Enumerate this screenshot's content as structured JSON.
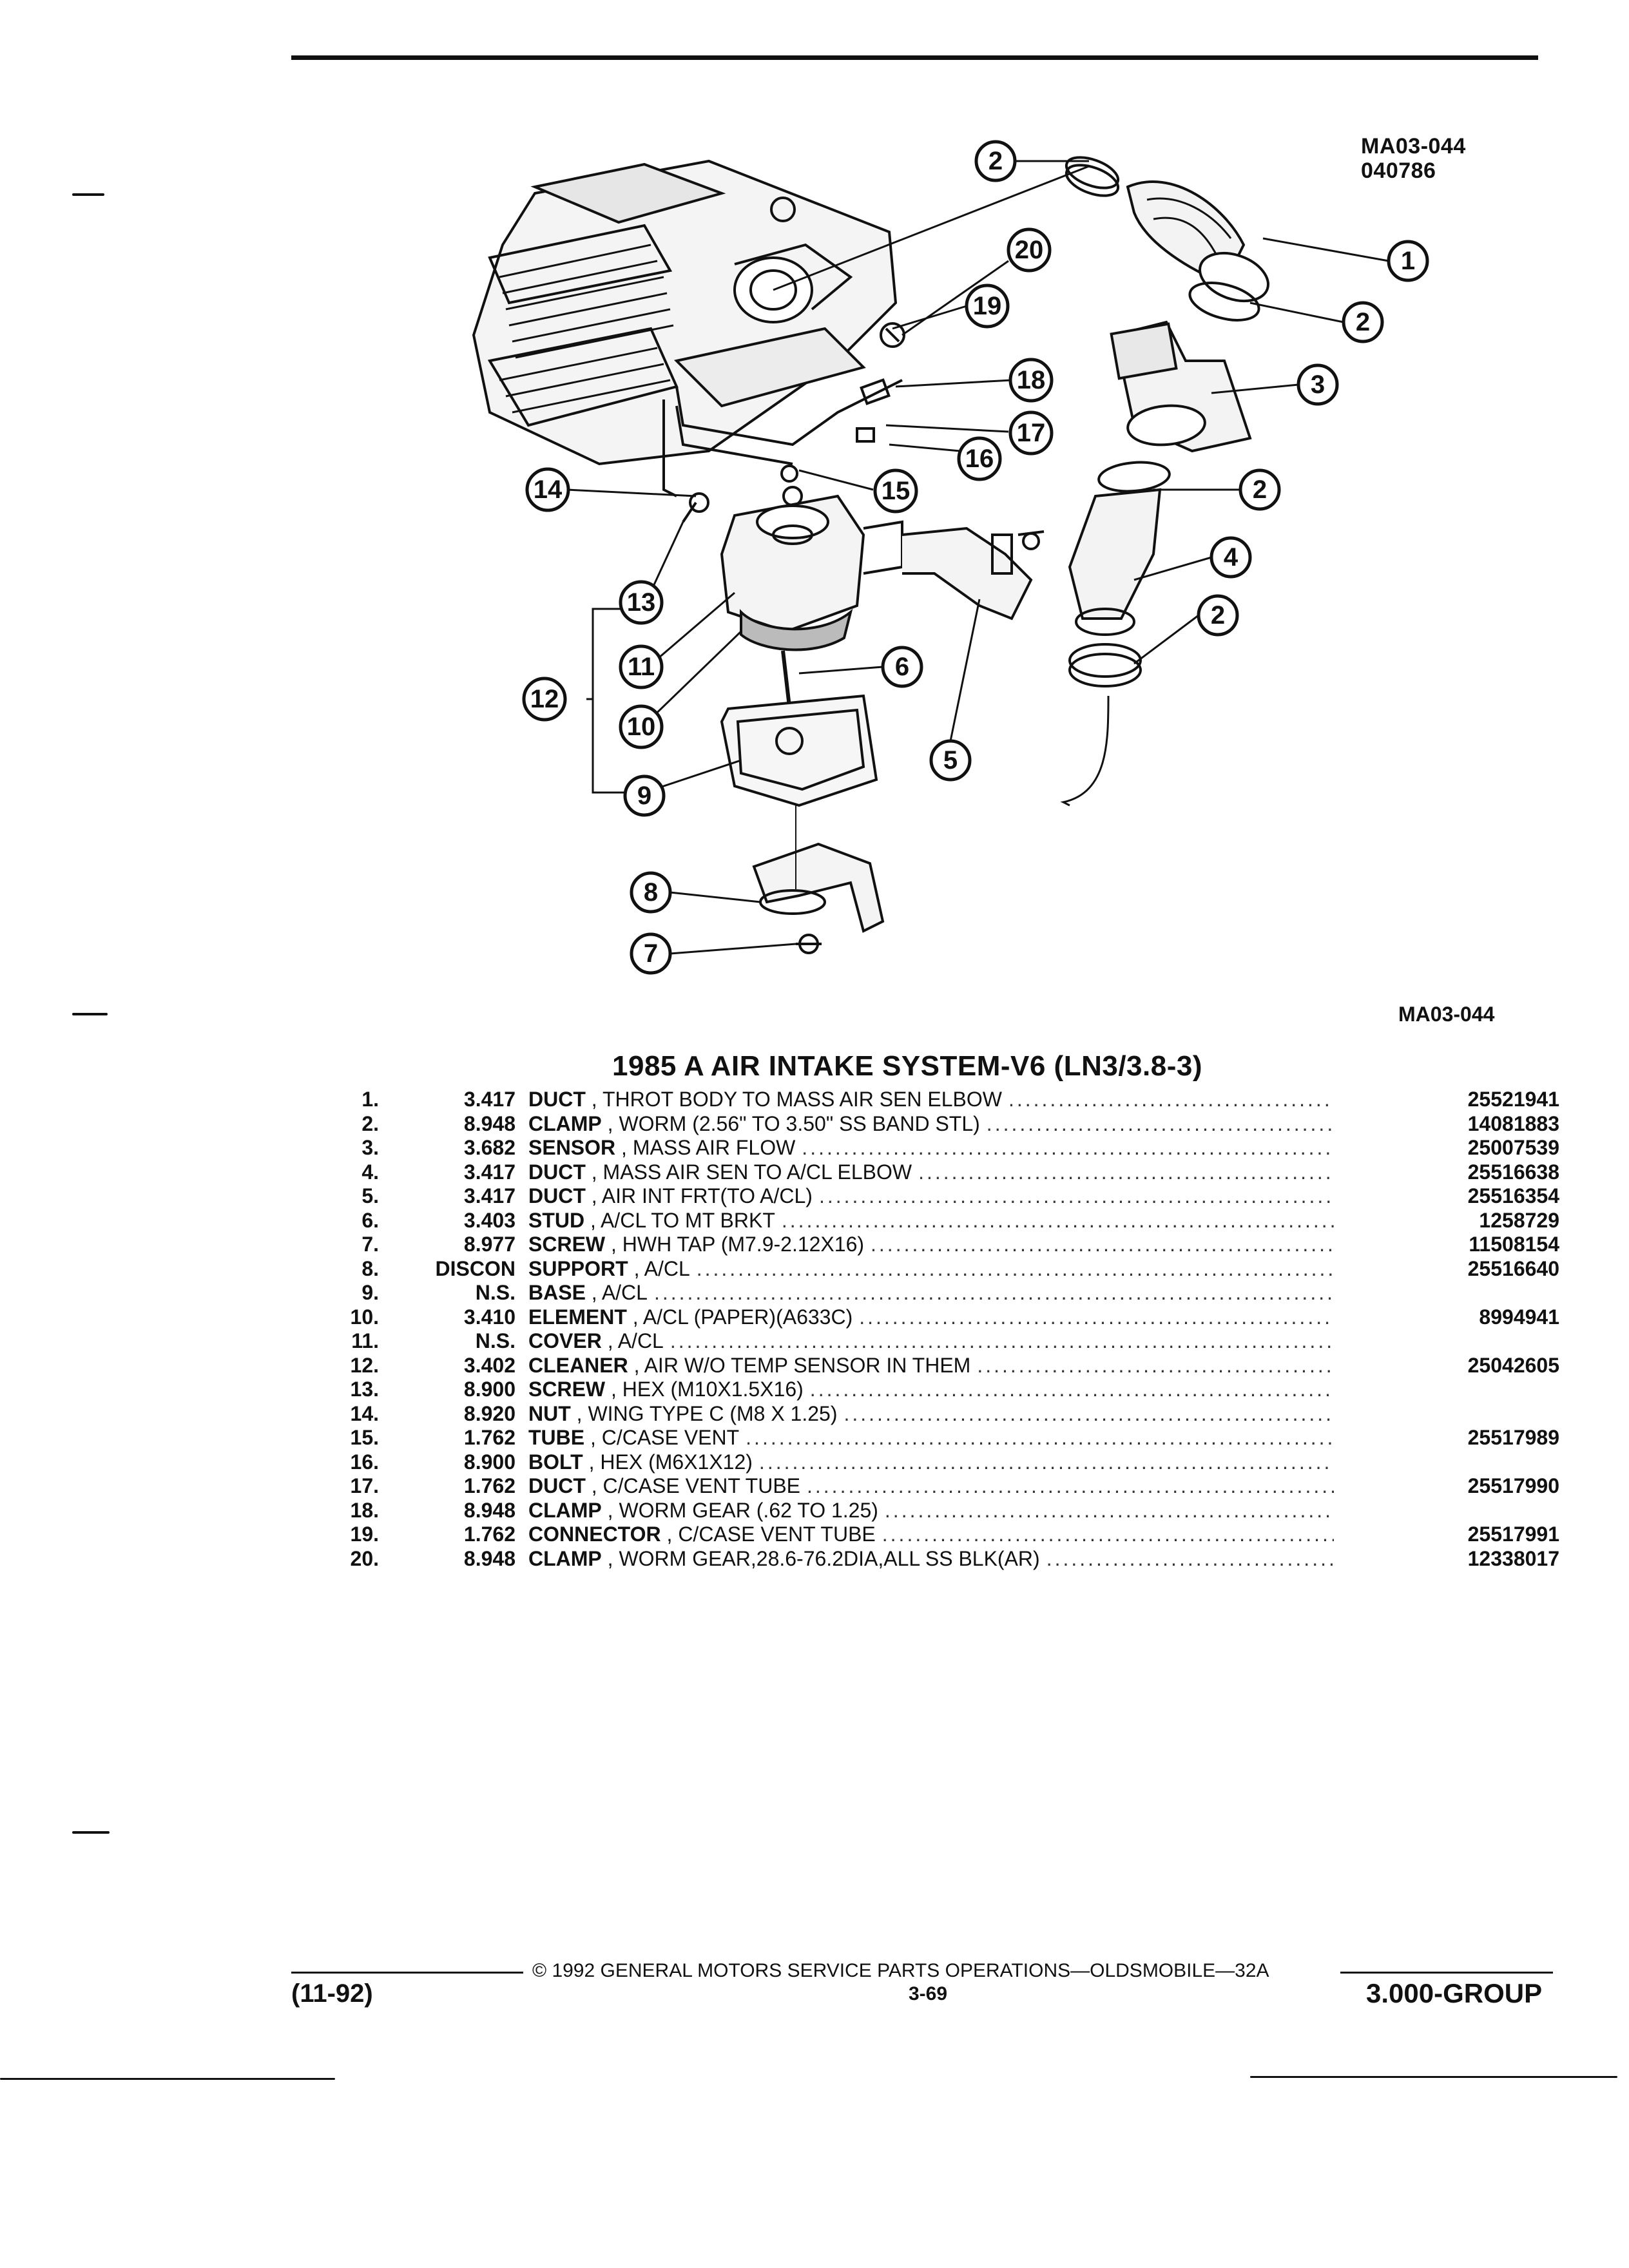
{
  "figure": {
    "id_line1": "MA03-044",
    "id_line2": "040786",
    "label": "MA03-044",
    "callouts": [
      "1",
      "2",
      "3",
      "4",
      "5",
      "6",
      "7",
      "8",
      "9",
      "10",
      "11",
      "12",
      "13",
      "14",
      "15",
      "16",
      "17",
      "18",
      "19",
      "20"
    ]
  },
  "table": {
    "title": "1985 A AIR INTAKE SYSTEM-V6 (LN3/3.8-3)",
    "rows": [
      {
        "num": "1.",
        "grp": "3.417",
        "name": "DUCT",
        "desc": "THROT BODY TO MASS AIR SEN ELBOW",
        "pn": "25521941"
      },
      {
        "num": "2.",
        "grp": "8.948",
        "name": "CLAMP",
        "desc": "WORM (2.56\" TO 3.50\" SS BAND STL)",
        "pn": "14081883"
      },
      {
        "num": "3.",
        "grp": "3.682",
        "name": "SENSOR",
        "desc": "MASS AIR FLOW",
        "pn": "25007539"
      },
      {
        "num": "4.",
        "grp": "3.417",
        "name": "DUCT",
        "desc": "MASS AIR SEN TO A/CL ELBOW",
        "pn": "25516638"
      },
      {
        "num": "5.",
        "grp": "3.417",
        "name": "DUCT",
        "desc": "AIR INT FRT(TO A/CL)",
        "pn": "25516354"
      },
      {
        "num": "6.",
        "grp": "3.403",
        "name": "STUD",
        "desc": "A/CL TO MT BRKT",
        "pn": "1258729"
      },
      {
        "num": "7.",
        "grp": "8.977",
        "name": "SCREW",
        "desc": "HWH TAP (M7.9-2.12X16)",
        "pn": "11508154"
      },
      {
        "num": "8.",
        "grp": "DISCON",
        "name": "SUPPORT",
        "desc": "A/CL",
        "pn": "25516640"
      },
      {
        "num": "9.",
        "grp": "N.S.",
        "name": "BASE",
        "desc": "A/CL",
        "pn": ""
      },
      {
        "num": "10.",
        "grp": "3.410",
        "name": "ELEMENT",
        "desc": "A/CL (PAPER)(A633C)",
        "pn": "8994941"
      },
      {
        "num": "11.",
        "grp": "N.S.",
        "name": "COVER",
        "desc": "A/CL",
        "pn": ""
      },
      {
        "num": "12.",
        "grp": "3.402",
        "name": "CLEANER",
        "desc": "AIR W/O TEMP SENSOR IN THEM",
        "pn": "25042605"
      },
      {
        "num": "13.",
        "grp": "8.900",
        "name": "SCREW",
        "desc": "HEX (M10X1.5X16)",
        "pn": ""
      },
      {
        "num": "14.",
        "grp": "8.920",
        "name": "NUT",
        "desc": "WING TYPE C (M8 X 1.25)",
        "pn": ""
      },
      {
        "num": "15.",
        "grp": "1.762",
        "name": "TUBE",
        "desc": "C/CASE VENT",
        "pn": "25517989"
      },
      {
        "num": "16.",
        "grp": "8.900",
        "name": "BOLT",
        "desc": "HEX (M6X1X12)",
        "pn": ""
      },
      {
        "num": "17.",
        "grp": "1.762",
        "name": "DUCT",
        "desc": "C/CASE VENT TUBE",
        "pn": "25517990"
      },
      {
        "num": "18.",
        "grp": "8.948",
        "name": "CLAMP",
        "desc": "WORM GEAR (.62 TO 1.25)",
        "pn": ""
      },
      {
        "num": "19.",
        "grp": "1.762",
        "name": "CONNECTOR",
        "desc": "C/CASE VENT TUBE",
        "pn": "25517991"
      },
      {
        "num": "20.",
        "grp": "8.948",
        "name": "CLAMP",
        "desc": "WORM GEAR,28.6-76.2DIA,ALL SS BLK(AR)",
        "pn": "12338017"
      }
    ]
  },
  "footer": {
    "copyright": "© 1992 GENERAL MOTORS SERVICE PARTS OPERATIONS—OLDSMOBILE—32A",
    "date": "(11-92)",
    "page": "3-69",
    "group": "3.000-GROUP"
  }
}
